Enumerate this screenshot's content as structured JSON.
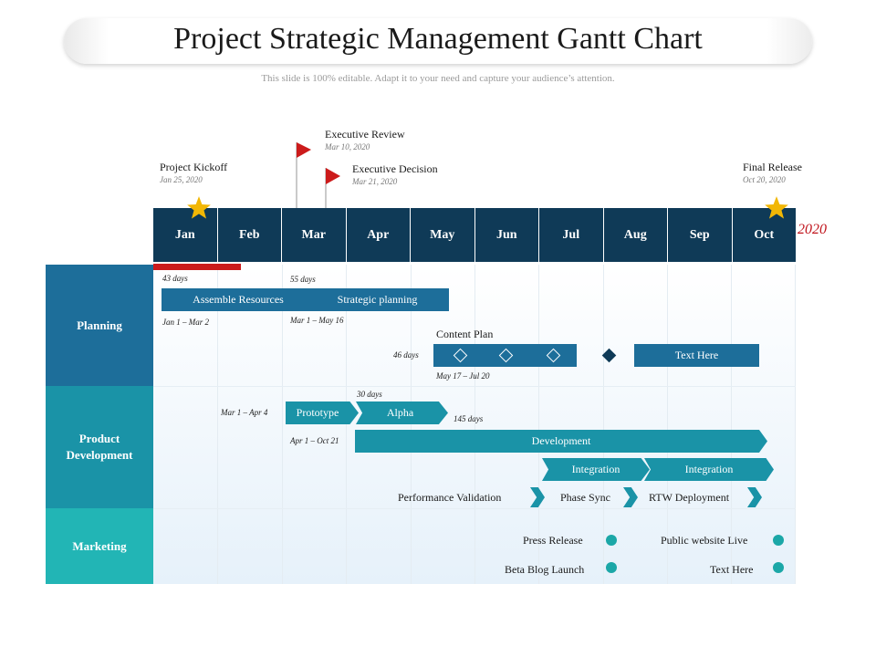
{
  "title": "Project Strategic Management Gantt Chart",
  "subtitle": "This slide is 100% editable. Adapt it to your need and capture your audience’s attention.",
  "year": "2020",
  "months": [
    "Jan",
    "Feb",
    "Mar",
    "Apr",
    "May",
    "Jun",
    "Jul",
    "Aug",
    "Sep",
    "Oct"
  ],
  "milestones": {
    "project_kickoff": {
      "title": "Project Kickoff",
      "date": "Jan 25, 2020"
    },
    "executive_review": {
      "title": "Executive Review",
      "date": "Mar 10, 2020"
    },
    "executive_decision": {
      "title": "Executive Decision",
      "date": "Mar 21, 2020"
    },
    "final_release": {
      "title": "Final Release",
      "date": "Oct 20, 2020"
    }
  },
  "categories": {
    "planning": "Planning",
    "product_development": "Product Development",
    "marketing": "Marketing"
  },
  "planning": {
    "duration_1": "43 days",
    "duration_2": "55 days",
    "assemble_resources": "Assemble Resources",
    "strategic_planning": "Strategic  planning",
    "range_1": "Jan 1 – Mar 2",
    "range_2": "Mar 1 – May 16",
    "content_plan": "Content  Plan",
    "duration_3": "46 days",
    "text_here": "Text Here",
    "range_3": "May 17 – Jul 20"
  },
  "product_development": {
    "duration_alpha": "30 days",
    "range_proto": "Mar 1 – Apr 4",
    "prototype": "Prototype",
    "alpha": "Alpha",
    "duration_dev": "145 days",
    "range_dev": "Apr 1 – Oct 21",
    "development": "Development",
    "integration_1": "Integration",
    "integration_2": "Integration",
    "performance_validation": "Performance  Validation",
    "phase_sync": "Phase Sync",
    "rtw_deployment": "RTW Deployment"
  },
  "marketing": {
    "press_release": "Press Release",
    "public_website_live": "Public website Live",
    "beta_blog_launch": "Beta Blog Launch",
    "text_here": "Text Here"
  },
  "colors": {
    "header_navy": "#0f3a57",
    "bar_blue": "#1d6e9a",
    "bar_teal": "#1a93a7",
    "planning_cat": "#1d6e9a",
    "product_cat": "#1a93a7",
    "marketing_cat": "#22b5b5",
    "flag_red": "#cc1b1b",
    "star_gold": "#f2b705",
    "dot_teal": "#1ba7a7"
  }
}
